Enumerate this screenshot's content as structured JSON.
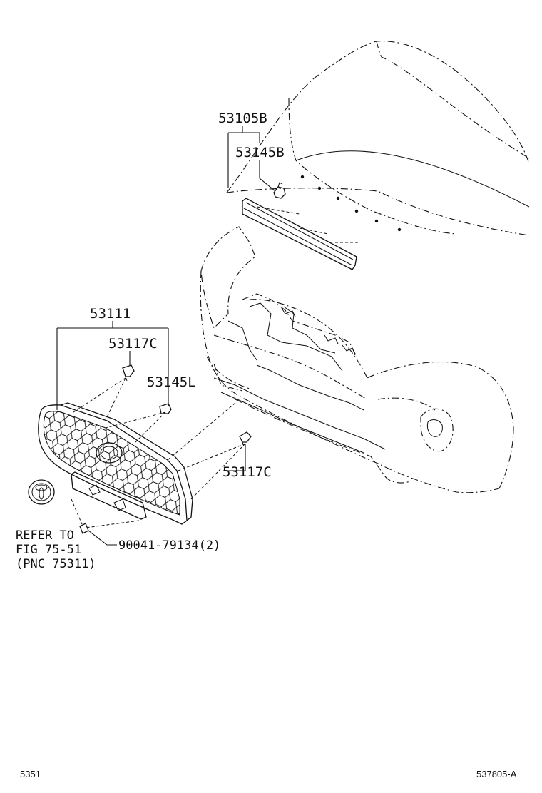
{
  "diagram": {
    "part_labels": {
      "p53105B": "53105B",
      "p53145B": "53145B",
      "p53111": "53111",
      "p53117C_top": "53117C",
      "p53145L": "53145L",
      "p53117C_right": "53117C",
      "p9004179134": "90041-79134(2)"
    },
    "refer_note": {
      "line1": "REFER TO",
      "line2": "FIG 75-51",
      "line3": "(PNC 75311)"
    },
    "footer": {
      "left_code": "5351",
      "right_code": "537805-A"
    }
  }
}
